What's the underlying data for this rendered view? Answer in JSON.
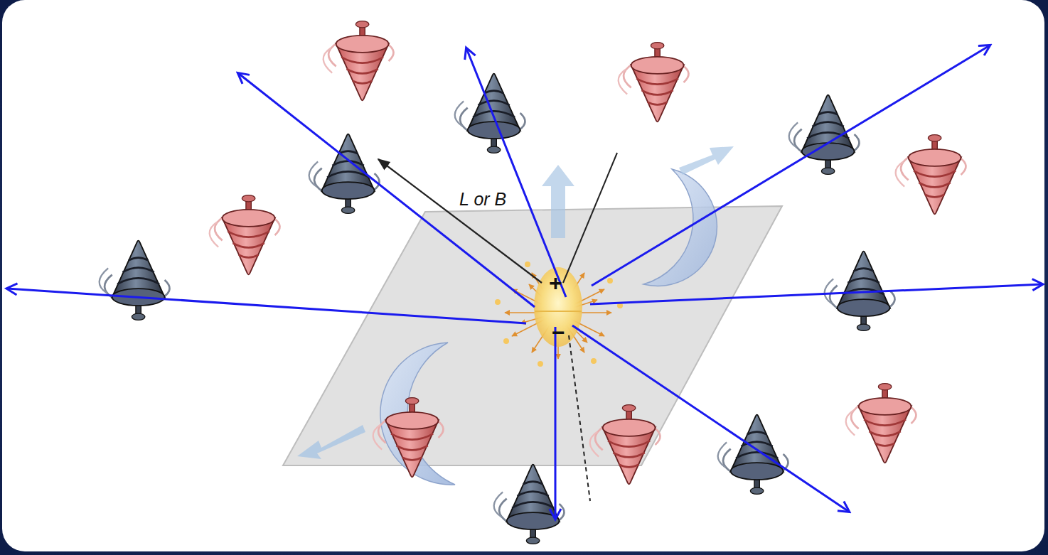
{
  "diagram": {
    "labels": [
      "L or B",
      "+",
      "−"
    ]
  }
}
